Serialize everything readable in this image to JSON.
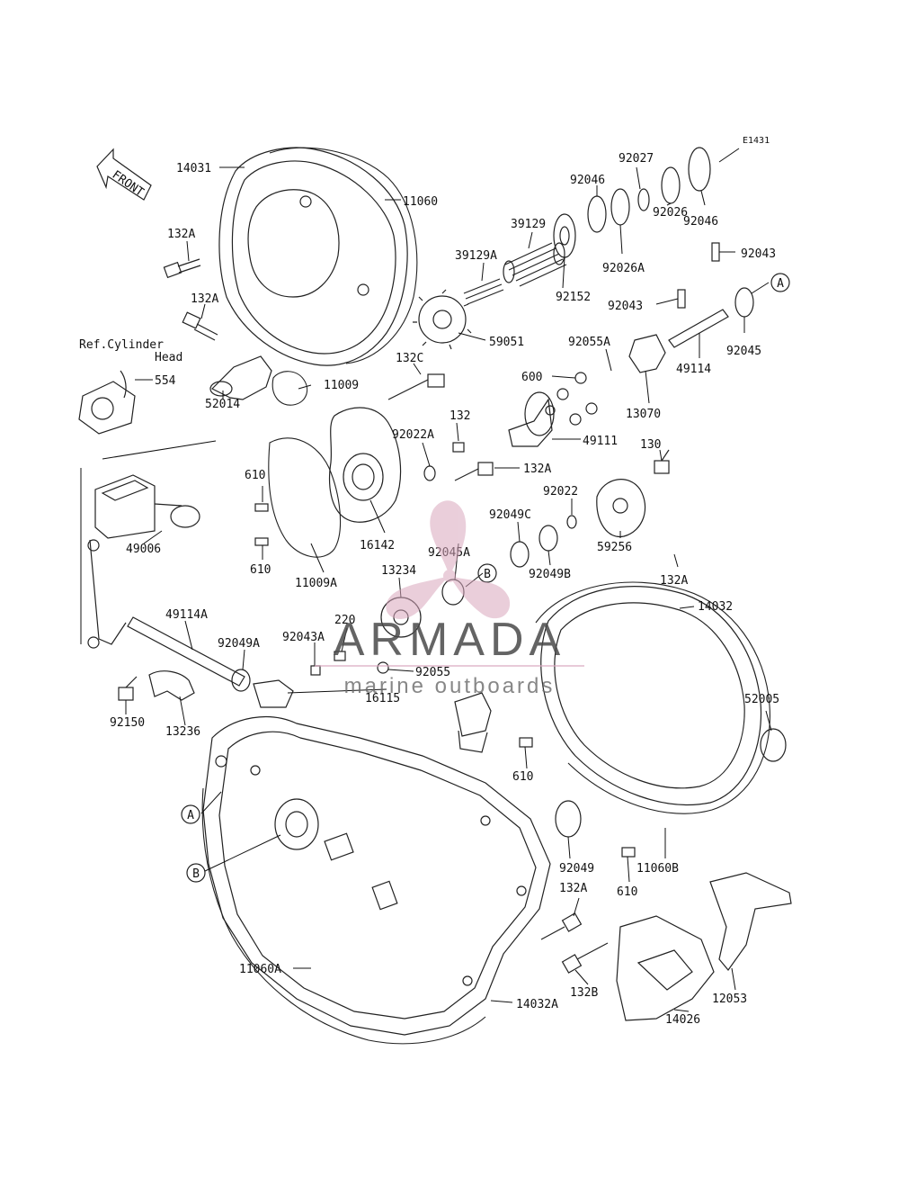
{
  "diagram": {
    "front_label": "FRONT",
    "code": "E1431",
    "ref_note_line1": "Ref.Cylinder",
    "ref_note_line2": "Head"
  },
  "part_labels": [
    "14031",
    "11060",
    "132A",
    "132A",
    "554",
    "52014",
    "11009",
    "132C",
    "39129",
    "39129A",
    "59051",
    "92152",
    "92046",
    "92027",
    "92046",
    "92026",
    "92026A",
    "92043",
    "92043",
    "92045",
    "49114",
    "92055A",
    "600",
    "13070",
    "49111",
    "132",
    "92022A",
    "132A",
    "130",
    "610",
    "610",
    "11009A",
    "16142",
    "92022",
    "92049C",
    "92045A",
    "59256",
    "92049B",
    "49006",
    "49114A",
    "92049A",
    "92043A",
    "220",
    "13234",
    "92055",
    "16115",
    "132A",
    "14032",
    "52005",
    "92150",
    "13236",
    "610",
    "92049",
    "11060B",
    "610",
    "132A",
    "132B",
    "14026",
    "12053",
    "11060A",
    "14032A",
    "A",
    "B",
    "A",
    "B"
  ],
  "watermark": {
    "brand": "ARMADA",
    "tagline": "marine outboards",
    "logo_color": "#d9a7bd"
  }
}
